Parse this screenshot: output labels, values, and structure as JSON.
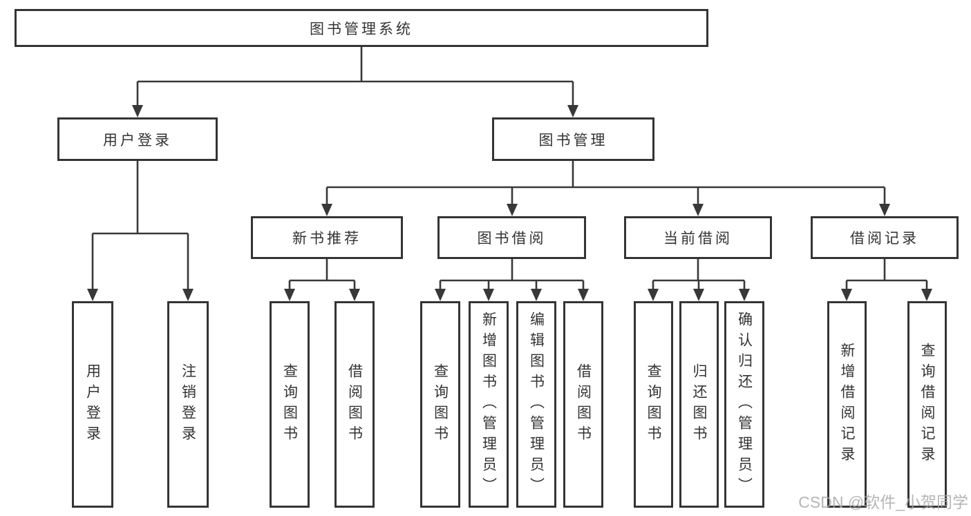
{
  "diagram_title": "图书管理系统",
  "nodes": {
    "root": "图书管理系统",
    "level2": [
      "用户登录",
      "图书管理"
    ],
    "level3": [
      "新书推荐",
      "图书借阅",
      "当前借阅",
      "借阅记录"
    ],
    "leaves": {
      "user_login": [
        "用户登录",
        "注销登录"
      ],
      "new_book": [
        "查询图书",
        "借阅图书"
      ],
      "book_borrow": [
        "查询图书",
        "新增图书（管理员）",
        "编辑图书（管理员）",
        "借阅图书"
      ],
      "current_borrow": [
        "查询图书",
        "归还图书",
        "确认归还（管理员）"
      ],
      "borrow_records": [
        "新增借阅记录",
        "查询借阅记录"
      ]
    }
  },
  "watermark": "CSDN @软件_小贺同学",
  "colors": {
    "line": "#383838",
    "box_border": "#343434",
    "text": "#333333",
    "watermark": "#a9a9a9",
    "background": "#ffffff"
  }
}
